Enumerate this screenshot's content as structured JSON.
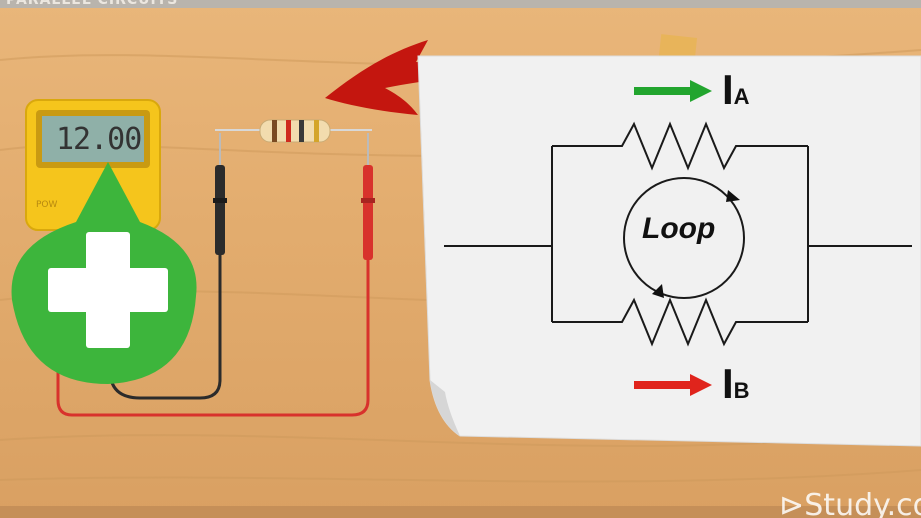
{
  "header": {
    "title_fragment": "PARALLEL CIRCUITS"
  },
  "multimeter": {
    "reading": "12.00",
    "brand_fragment": "POW"
  },
  "diagram": {
    "loop_label": "Loop",
    "current_a": {
      "letter": "I",
      "subscript": "A",
      "arrow_color": "#22a52e"
    },
    "current_b": {
      "letter": "I",
      "subscript": "B",
      "arrow_color": "#e0241c"
    }
  },
  "watermark": "Study.co",
  "colors": {
    "plus_badge": "#3db53c",
    "pointer_arrow": "#c4160f",
    "probe_red": "#d8322c",
    "probe_black": "#2b2b2b"
  }
}
